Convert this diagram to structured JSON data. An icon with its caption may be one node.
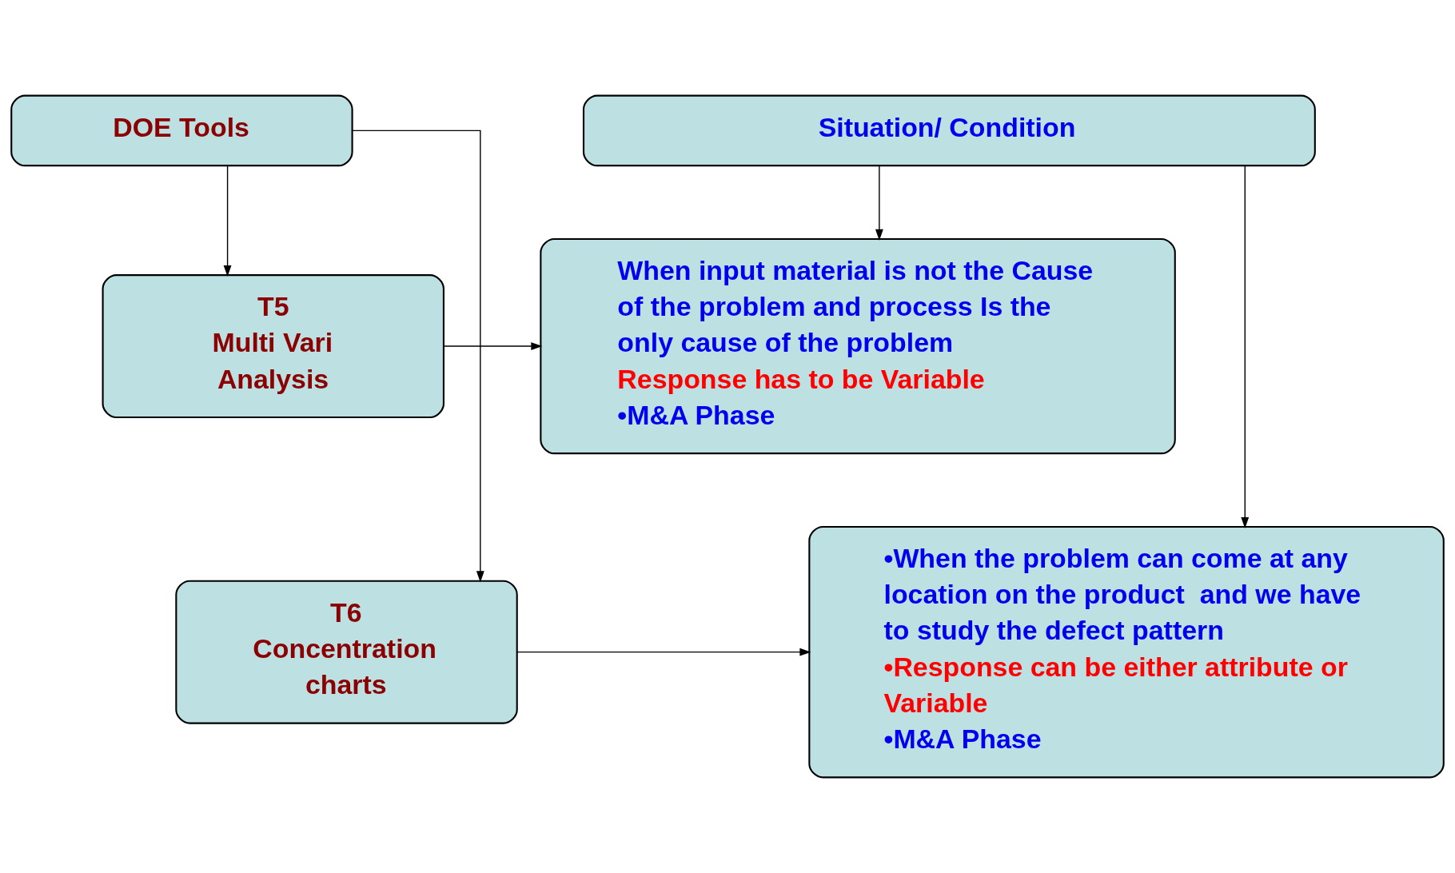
{
  "diagram": {
    "nodes": [
      {
        "text": [
          "DOE Tools"
        ]
      },
      {
        "text": [
          "Situation/ Condition"
        ]
      },
      {
        "text": [
          "T5",
          "Multi Vari Analysis"
        ]
      },
      {
        "text": [
          "When input material is not the Cause of the problem and process Is the only cause of the problem",
          "Response has to be Variable",
          "•M&A Phase"
        ]
      },
      {
        "text": [
          "T6",
          "Concentration charts"
        ]
      },
      {
        "text": [
          "•When the problem can come at any location on the product  and we have to study the defect pattern",
          "•Response can be either attribute or Variable",
          "•M&A Phase"
        ]
      }
    ],
    "edges": [
      {
        "from": 0,
        "to": 2,
        "arrow": "to"
      },
      {
        "from": 0,
        "to": 4,
        "arrow": "to"
      },
      {
        "from": 2,
        "to": 3,
        "arrow": "to"
      },
      {
        "from": 4,
        "to": 5,
        "arrow": "to"
      },
      {
        "from": 1,
        "to": 3,
        "arrow": "to"
      },
      {
        "from": 1,
        "to": 5,
        "arrow": "to"
      }
    ]
  }
}
